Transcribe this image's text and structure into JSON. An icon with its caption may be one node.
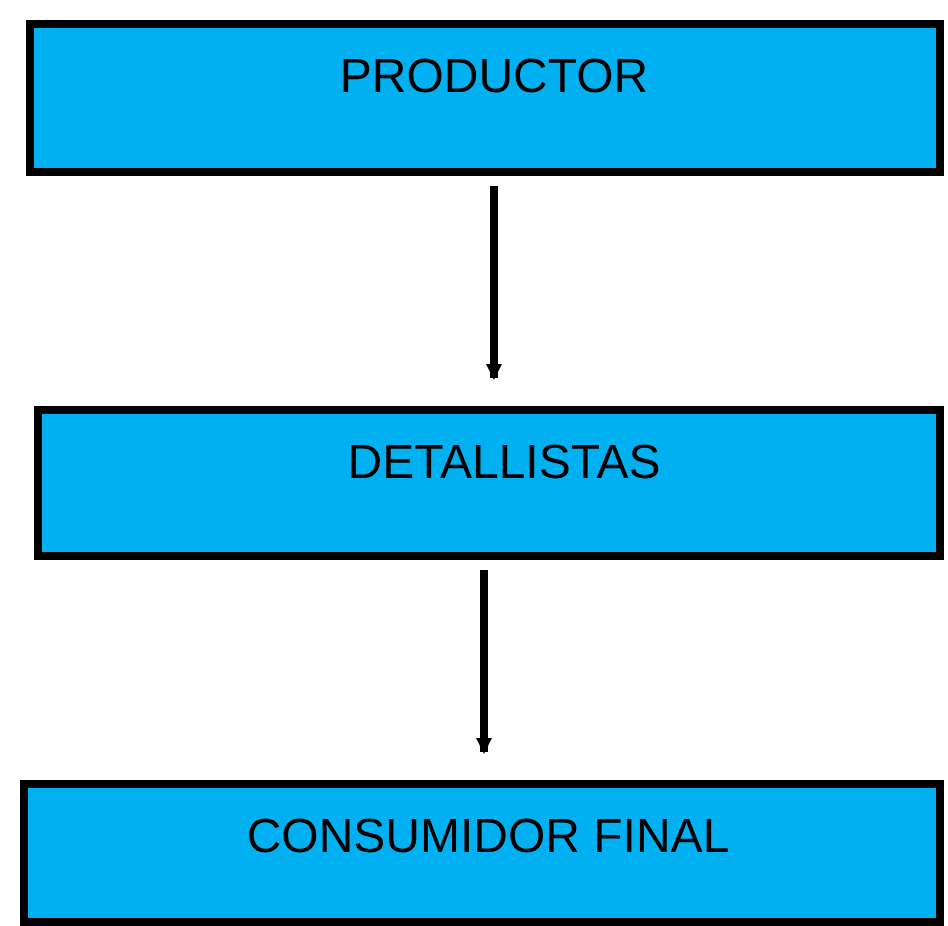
{
  "diagram": {
    "nodes": [
      {
        "text": [
          "PRODUCTOR"
        ]
      },
      {
        "text": [
          "DETALLISTAS"
        ]
      },
      {
        "text": [
          "CONSUMIDOR FINAL"
        ]
      }
    ],
    "edges": [
      {
        "from": 0,
        "to": 1,
        "arrow": "to"
      },
      {
        "from": 1,
        "to": 2,
        "arrow": "to"
      }
    ]
  }
}
